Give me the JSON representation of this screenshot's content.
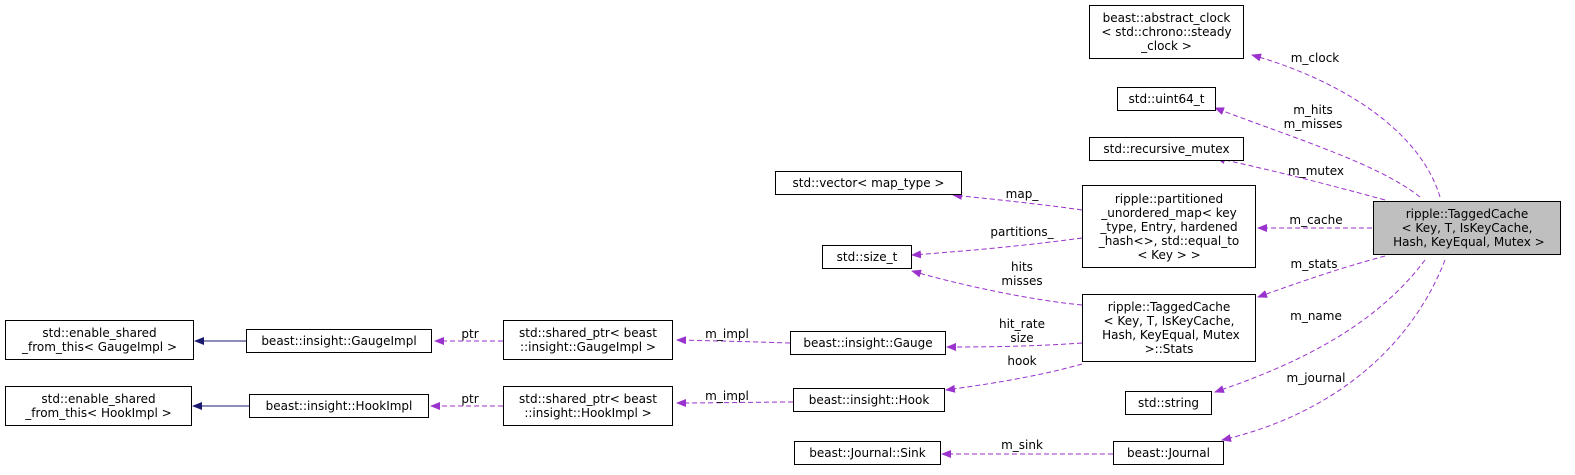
{
  "nodes": [
    {
      "id": "tagged_cache",
      "lines": [
        "ripple::TaggedCache",
        "< Key, T, IsKeyCache,",
        " Hash, KeyEqual, Mutex >"
      ]
    },
    {
      "id": "abstract_clock",
      "lines": [
        "beast::abstract_clock",
        "< std::chrono::steady",
        "_clock >"
      ]
    },
    {
      "id": "uint64",
      "lines": [
        "std::uint64_t"
      ]
    },
    {
      "id": "recursive_mutex",
      "lines": [
        "std::recursive_mutex"
      ]
    },
    {
      "id": "vector_map",
      "lines": [
        "std::vector< map_type >"
      ]
    },
    {
      "id": "partitioned_map",
      "lines": [
        "ripple::partitioned",
        "_unordered_map< key",
        "_type, Entry, hardened",
        "_hash<>, std::equal_to",
        "< Key > >"
      ]
    },
    {
      "id": "size_t",
      "lines": [
        "std::size_t"
      ]
    },
    {
      "id": "stats",
      "lines": [
        "ripple::TaggedCache",
        "< Key, T, IsKeyCache,",
        " Hash, KeyEqual, Mutex",
        ">::Stats"
      ]
    },
    {
      "id": "gauge",
      "lines": [
        "beast::insight::Gauge"
      ]
    },
    {
      "id": "hook",
      "lines": [
        "beast::insight::Hook"
      ]
    },
    {
      "id": "string",
      "lines": [
        "std::string"
      ]
    },
    {
      "id": "journal",
      "lines": [
        "beast::Journal"
      ]
    },
    {
      "id": "journal_sink",
      "lines": [
        "beast::Journal::Sink"
      ]
    },
    {
      "id": "shared_ptr_gauge",
      "lines": [
        "std::shared_ptr< beast",
        "::insight::GaugeImpl >"
      ]
    },
    {
      "id": "shared_ptr_hook",
      "lines": [
        "std::shared_ptr< beast",
        "::insight::HookImpl >"
      ]
    },
    {
      "id": "gauge_impl",
      "lines": [
        "beast::insight::GaugeImpl"
      ]
    },
    {
      "id": "hook_impl",
      "lines": [
        "beast::insight::HookImpl"
      ]
    },
    {
      "id": "esft_gauge",
      "lines": [
        "std::enable_shared",
        "_from_this< GaugeImpl >"
      ]
    },
    {
      "id": "esft_hook",
      "lines": [
        "std::enable_shared",
        "_from_this< HookImpl >"
      ]
    }
  ],
  "edges": [
    {
      "id": "m_clock",
      "from": "tagged_cache",
      "to": "abstract_clock",
      "kind": "usage",
      "label": "m_clock"
    },
    {
      "id": "m_hits",
      "from": "tagged_cache",
      "to": "uint64",
      "kind": "usage",
      "label": "m_hits\nm_misses"
    },
    {
      "id": "m_mutex",
      "from": "tagged_cache",
      "to": "recursive_mutex",
      "kind": "usage",
      "label": "m_mutex"
    },
    {
      "id": "m_cache",
      "from": "tagged_cache",
      "to": "partitioned_map",
      "kind": "usage",
      "label": "m_cache"
    },
    {
      "id": "m_stats",
      "from": "tagged_cache",
      "to": "stats",
      "kind": "usage",
      "label": "m_stats"
    },
    {
      "id": "m_name",
      "from": "tagged_cache",
      "to": "string",
      "kind": "usage",
      "label": "m_name"
    },
    {
      "id": "m_journal",
      "from": "tagged_cache",
      "to": "journal",
      "kind": "usage",
      "label": "m_journal"
    },
    {
      "id": "map_",
      "from": "partitioned_map",
      "to": "vector_map",
      "kind": "usage",
      "label": "map_"
    },
    {
      "id": "partitions_",
      "from": "partitioned_map",
      "to": "size_t",
      "kind": "usage",
      "label": "partitions_"
    },
    {
      "id": "hits_misses",
      "from": "stats",
      "to": "size_t",
      "kind": "usage",
      "label": "hits\nmisses"
    },
    {
      "id": "hit_rate",
      "from": "stats",
      "to": "gauge",
      "kind": "usage",
      "label": "hit_rate\nsize"
    },
    {
      "id": "hook_edge",
      "from": "stats",
      "to": "hook",
      "kind": "usage",
      "label": "hook"
    },
    {
      "id": "m_impl_gauge",
      "from": "gauge",
      "to": "shared_ptr_gauge",
      "kind": "usage",
      "label": "m_impl"
    },
    {
      "id": "m_impl_hook",
      "from": "hook",
      "to": "shared_ptr_hook",
      "kind": "usage",
      "label": "m_impl"
    },
    {
      "id": "ptr_gauge",
      "from": "shared_ptr_gauge",
      "to": "gauge_impl",
      "kind": "usage",
      "label": "ptr"
    },
    {
      "id": "ptr_hook",
      "from": "shared_ptr_hook",
      "to": "hook_impl",
      "kind": "usage",
      "label": "ptr"
    },
    {
      "id": "inherit_gauge",
      "from": "gauge_impl",
      "to": "esft_gauge",
      "kind": "inheritance",
      "label": ""
    },
    {
      "id": "inherit_hook",
      "from": "hook_impl",
      "to": "esft_hook",
      "kind": "inheritance",
      "label": ""
    },
    {
      "id": "m_sink",
      "from": "journal",
      "to": "journal_sink",
      "kind": "usage",
      "label": "m_sink"
    }
  ],
  "colors": {
    "usage": "#9a32cd",
    "inheritance": "#191970",
    "focus_fill": "#bfbfbf",
    "node_border": "#000000"
  }
}
